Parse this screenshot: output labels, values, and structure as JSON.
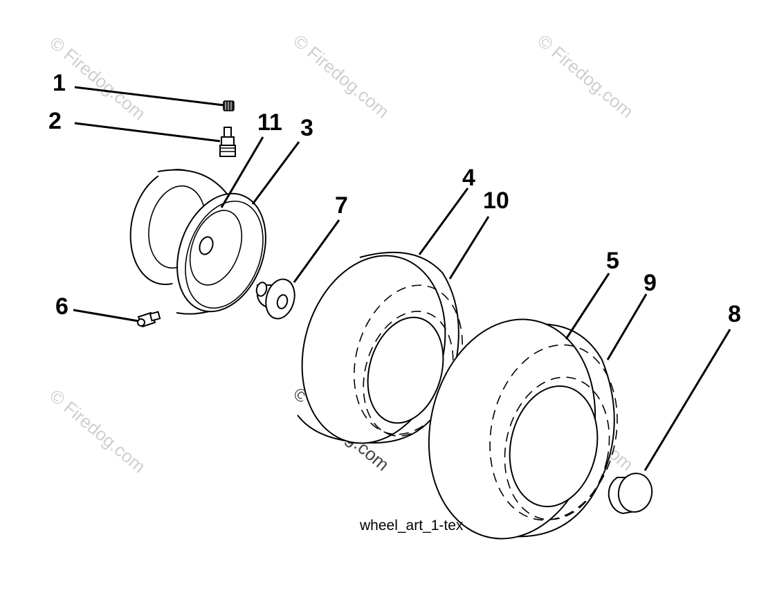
{
  "diagram": {
    "callouts": {
      "c1": "1",
      "c2": "2",
      "c3": "3",
      "c4": "4",
      "c5": "5",
      "c6": "6",
      "c7": "7",
      "c8": "8",
      "c9": "9",
      "c10": "10",
      "c11": "11"
    },
    "caption": "wheel_art_1-tex",
    "watermark": "© Firedog.com"
  }
}
